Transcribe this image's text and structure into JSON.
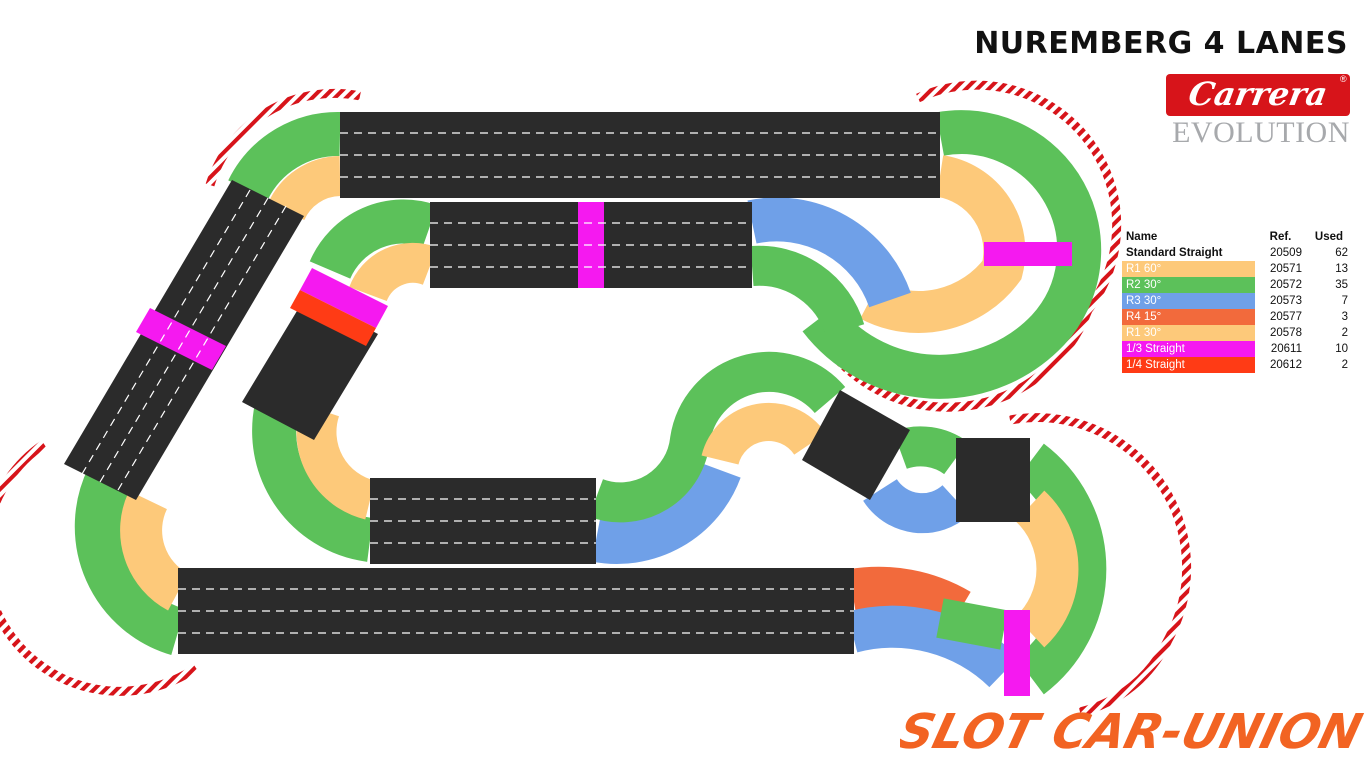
{
  "title": "NUREMBERG 4 LANES",
  "brand": {
    "name": "Carrera",
    "registered": "®",
    "subtitle": "EVOLUTION",
    "color": "#d7141a"
  },
  "footer_logo": {
    "text": "SLOT CAR-UNION",
    "color": "#f26322"
  },
  "legend": {
    "headers": {
      "name": "Name",
      "ref": "Ref.",
      "used": "Used"
    },
    "rows": [
      {
        "name": "Standard Straight",
        "ref": "20509",
        "used": "62",
        "color": "#ffffff"
      },
      {
        "name": "R1 60°",
        "ref": "20571",
        "used": "13",
        "color": "#fdc97a"
      },
      {
        "name": "R2 30°",
        "ref": "20572",
        "used": "35",
        "color": "#5cc15a"
      },
      {
        "name": "R3 30°",
        "ref": "20573",
        "used": "7",
        "color": "#6fa0e8"
      },
      {
        "name": "R4 15°",
        "ref": "20577",
        "used": "3",
        "color": "#f26a3c"
      },
      {
        "name": "R1 30°",
        "ref": "20578",
        "used": "2",
        "color": "#fdc97a"
      },
      {
        "name": "1/3 Straight",
        "ref": "20611",
        "used": "10",
        "color": "#f519f0"
      },
      {
        "name": "1/4 Straight",
        "ref": "20612",
        "used": "2",
        "color": "#ff3b15"
      }
    ]
  },
  "colors": {
    "asphalt": "#2b2b2b",
    "r1": "#fdc97a",
    "r2": "#5cc15a",
    "r3": "#6fa0e8",
    "r4": "#f26a3c",
    "third": "#f519f0",
    "quarter": "#ff3b15",
    "border": "#d7141a",
    "edge": "#333333"
  }
}
